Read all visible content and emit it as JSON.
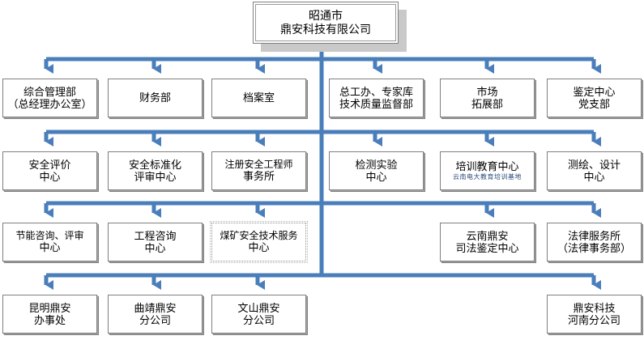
{
  "diagram": {
    "type": "org-chart",
    "title_box": {
      "lines": [
        "昭通市",
        "鼎安科技有限公司"
      ]
    },
    "connector_color": "#4a7ebb",
    "box_border_color": "#7f7f7f",
    "rows": [
      {
        "row_id": "row-departments",
        "nodes": [
          {
            "col": 1,
            "lines": [
              "综合管理部",
              "（总经理办公室）"
            ],
            "style": "solid"
          },
          {
            "col": 2,
            "lines": [
              "财务部"
            ],
            "style": "solid"
          },
          {
            "col": 3,
            "lines": [
              "档案室"
            ],
            "style": "solid"
          },
          {
            "col": 4,
            "lines": [
              "总工办、专家库",
              "技术质量监督部"
            ],
            "style": "solid"
          },
          {
            "col": 5,
            "lines": [
              "市场",
              "拓展部"
            ],
            "style": "solid"
          },
          {
            "col": 6,
            "lines": [
              "鉴定中心",
              "党支部"
            ],
            "style": "solid"
          }
        ]
      },
      {
        "row_id": "row-centers",
        "nodes": [
          {
            "col": 1,
            "lines": [
              "安全评价",
              "中心"
            ],
            "style": "solid"
          },
          {
            "col": 2,
            "lines": [
              "安全标准化",
              "评审中心"
            ],
            "style": "solid"
          },
          {
            "col": 3,
            "lines": [
              "注册安全工程师",
              "事务所"
            ],
            "style": "solid"
          },
          {
            "col": 4,
            "lines": [
              "检测实验",
              "中心"
            ],
            "style": "solid"
          },
          {
            "col": 5,
            "lines": [
              "培训教育中心"
            ],
            "sublabel": "云南电大教育培训基地",
            "style": "solid"
          },
          {
            "col": 6,
            "lines": [
              "测绘、设计",
              "中心"
            ],
            "style": "solid"
          }
        ]
      },
      {
        "row_id": "row-services",
        "nodes": [
          {
            "col": 1,
            "lines": [
              "节能咨询、评审",
              "中心"
            ],
            "style": "solid"
          },
          {
            "col": 2,
            "lines": [
              "工程咨询",
              "中心"
            ],
            "style": "solid"
          },
          {
            "col": 3,
            "lines": [
              "煤矿安全技术服务",
              "中心"
            ],
            "style": "dotted"
          },
          {
            "col": 5,
            "lines": [
              "云南鼎安",
              "司法鉴定中心"
            ],
            "style": "solid"
          },
          {
            "col": 6,
            "lines": [
              "法律服务所",
              "（法律事务部）"
            ],
            "style": "solid"
          }
        ]
      },
      {
        "row_id": "row-branches",
        "nodes": [
          {
            "col": 1,
            "lines": [
              "昆明鼎安",
              "办事处"
            ],
            "style": "solid"
          },
          {
            "col": 2,
            "lines": [
              "曲靖鼎安",
              "分公司"
            ],
            "style": "solid"
          },
          {
            "col": 3,
            "lines": [
              "文山鼎安",
              "分公司"
            ],
            "style": "solid"
          },
          {
            "col": 6,
            "lines": [
              "鼎安科技",
              "河南分公司"
            ],
            "style": "solid"
          }
        ]
      }
    ]
  }
}
